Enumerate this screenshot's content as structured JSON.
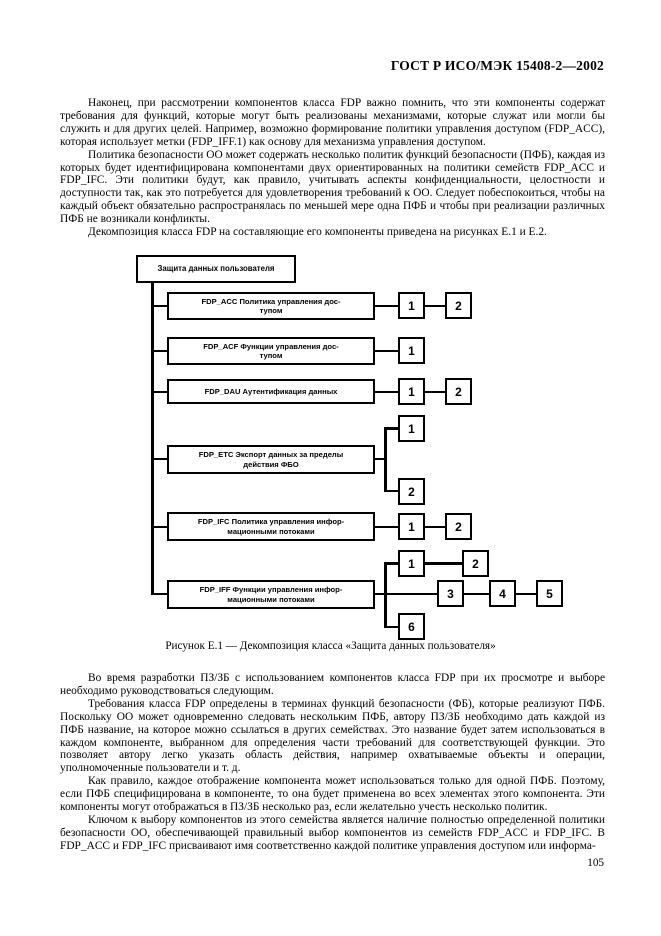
{
  "header": {
    "standard": "ГОСТ Р ИСО/МЭК 15408-2—2002"
  },
  "page_number": "105",
  "body_top": [
    "Наконец, при рассмотрении компонентов класса FDP важно помнить, что эти компоненты содержат требования для функций, которые могут быть реализованы механизмами, которые служат или могли бы служить и для других целей. Например, возможно формирование политики управления доступом  (FDP_ACC), которая использует метки (FDP_IFF.1) как основу для механизма управления доступом.",
    "Политика безопасности ОО может содержать несколько политик функций безопасности (ПФБ), каждая из которых будет идентифицирована компонентами двух ориентированных на политики семейств FDP_ACC и FDP_IFC. Эти  политики будут, как правило, учитывать аспекты конфиденциальности, целостности и доступности так, как это потребуется для удовлетворения требований к ОО. Следует побеспокоиться, чтобы на каждый объект обязательно распространялась по меньшей мере одна ПФБ и чтобы при реализации различных ПФБ не возникали конфликты.",
    "Декомпозиция класса FDP на составляющие его компоненты приведена на рисунках Е.1 и Е.2."
  ],
  "body_bottom": [
    "Во время разработки ПЗ/ЗБ с использованием компонентов класса FDP при их просмотре и выборе необходимо руководствоваться следующим.",
    "Требования класса FDP определены в терминах функций безопасности (ФБ), которые реализуют ПФБ. Поскольку ОО может одновременно следовать нескольким ПФБ, автору ПЗ/ЗБ необходимо дать каждой из ПФБ название, на которое можно ссылаться в других семействах. Это название будет затем использоваться в каждом компоненте, выбранном для определения части требований для соответствующей функции. Это позволяет автору легко указать область действия, например охватываемые объекты и операции, уполномоченные пользователи и т. д.",
    "Как правило, каждое отображение компонента может использоваться только для одной ПФБ. Поэтому, если ПФБ специфицирована в компоненте, то она будет применена во всех элементах этого компонента. Эти компоненты могут отображаться в ПЗ/ЗБ несколько раз, если желательно учесть несколько политик.",
    "Ключом к выбору компонентов из этого семейства является наличие полностью определенной политики безопасности ОО, обеспечивающей правильный выбор компонентов из семейств FDP_ACC и FDP_IFC. В FDP_ACC и FDP_IFC присваивают имя соответственно каждой политике управления доступом или информа-"
  ],
  "figure": {
    "caption": "Рисунок Е.1 — Декомпозиция класса «Защита данных пользователя»",
    "root": "Защита данных пользователя",
    "families": [
      {
        "label": "FDP_ACC Политика управления дос-\nтупом",
        "components": [
          "1",
          "2"
        ]
      },
      {
        "label": "FDP_ACF Функции управления дос-\nтупом",
        "components": [
          "1"
        ]
      },
      {
        "label": "FDP_DAU Аутентификация данных",
        "components": [
          "1",
          "2"
        ]
      },
      {
        "label": "FDP_ETC Экспорт данных за пределы\nдействия ФБО",
        "components": [
          "1",
          "2"
        ]
      },
      {
        "label": "FDP_IFC Политика управления инфор-\nмационными потоками",
        "components": [
          "1",
          "2"
        ]
      },
      {
        "label": "FDP_IFF Функции управления инфор-\nмационными потоками",
        "components": [
          "1",
          "2",
          "3",
          "4",
          "5",
          "6"
        ]
      }
    ]
  }
}
